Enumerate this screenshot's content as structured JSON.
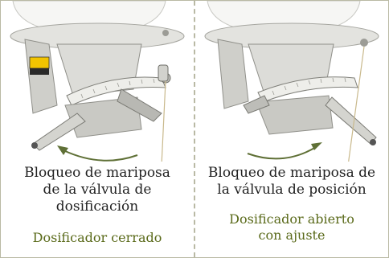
{
  "colors": {
    "border": "#b9b9a4",
    "metal": "#d8d8d4",
    "metal_dark": "#8d8d87",
    "arrow": "#5f7036",
    "status_text": "#5a6a1a",
    "warning_label": "#f2c400"
  },
  "panels": [
    {
      "title_lines": [
        "Bloqueo de mariposa",
        "de la válvula de",
        "dosificación"
      ],
      "status_lines": [
        "Dosificador cerrado"
      ],
      "arrow_direction": "left"
    },
    {
      "title_lines": [
        "Bloqueo de mariposa de",
        "la válvula de posición"
      ],
      "status_lines": [
        "Dosificador abierto",
        "con ajuste"
      ],
      "arrow_direction": "right"
    }
  ]
}
